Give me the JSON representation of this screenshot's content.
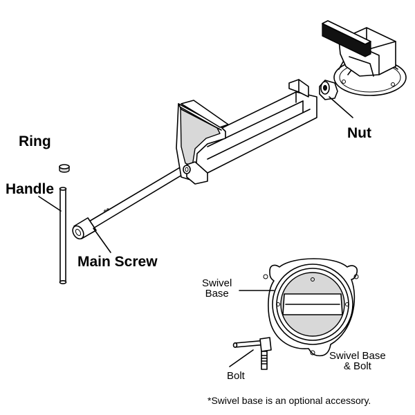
{
  "labels": {
    "ring": "Ring",
    "handle": "Handle",
    "main_screw": "Main Screw",
    "nut": "Nut",
    "swivel_base": "Swivel\nBase",
    "swivel_base_bolt": "Swivel Base\n& Bolt",
    "bolt": "Bolt"
  },
  "footnote": "*Swivel base is an optional accessory.",
  "colors": {
    "line": "#000000",
    "fill": "#ffffff",
    "shade": "#d8d8d8"
  }
}
